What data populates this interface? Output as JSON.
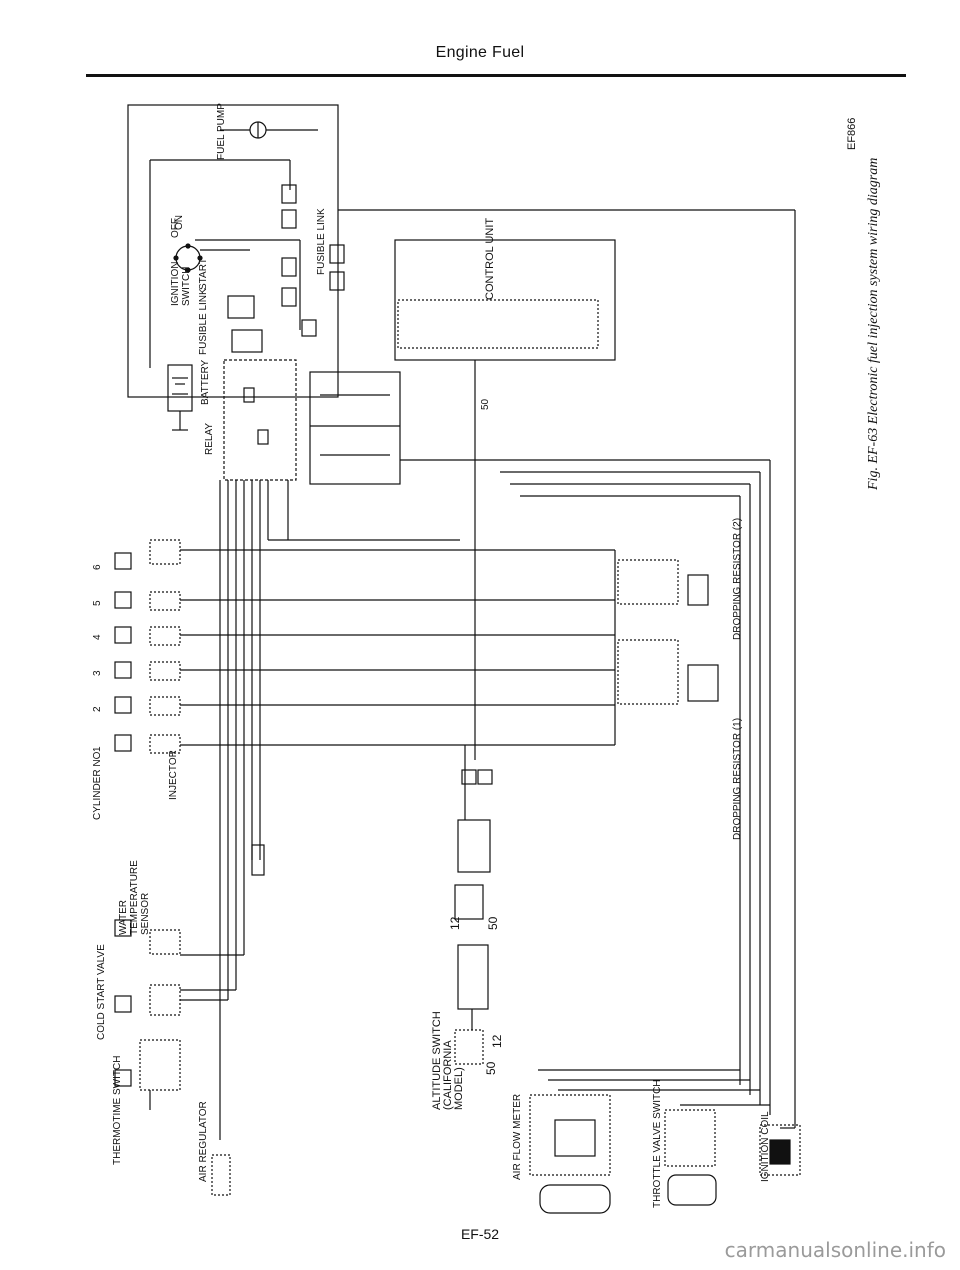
{
  "header": {
    "title": "Engine Fuel"
  },
  "footer": {
    "page_number": "EF-52"
  },
  "watermark": "carmanualsonline.info",
  "figure": {
    "code": "EF866",
    "caption": "Fig. EF-63 Electronic fuel injection system wiring diagram"
  },
  "labels": {
    "fuel_pump": "FUEL PUMP",
    "ignition_switch": "IGNITION SWITCH",
    "off": "OFF",
    "on": "ON",
    "start": "START",
    "fusible_link_a": "FUSIBLE LINK",
    "fusible_link_b": "FUSIBLE LINK",
    "battery": "BATTERY",
    "relay": "RELAY",
    "control_unit": "CONTROL UNIT",
    "cylinder_no": "CYLINDER NO",
    "injector": "INJECTOR",
    "water_temp_sensor": "WATER TEMPERATURE SENSOR",
    "cold_start_valve": "COLD START VALVE",
    "thermotime_switch": "THERMOTIME SWITCH",
    "air_regulator": "AIR REGULATOR",
    "altitude_switch": "ALTITUDE SWITCH (CALIFORNIA MODEL)",
    "air_flow_meter": "AIR FLOW METER",
    "throttle_valve_switch": "THROTTLE VALVE SWITCH",
    "ignition_coil": "IGNITION COIL",
    "dropping_resistor_1": "DROPPING RESISTOR (1)",
    "dropping_resistor_2": "DROPPING RESISTOR (2)"
  },
  "cylinders": [
    "1",
    "2",
    "3",
    "4",
    "5",
    "6"
  ],
  "terminals": {
    "altitude_12": "12",
    "altitude_50": "50",
    "relay_50": "50",
    "pin_12": "12",
    "pin_50": "50"
  }
}
